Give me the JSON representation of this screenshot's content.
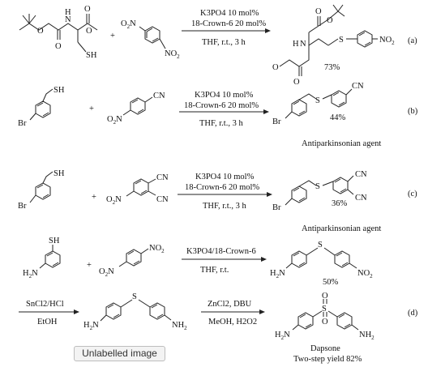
{
  "badge": "Unlabelled image",
  "rxn_a": {
    "reagent1": "K3PO4 10 mol%",
    "reagent2": "18-Crown-6 20 mol%",
    "conditions": "THF, r.t., 3 h",
    "yield": "73%",
    "label": "(a)"
  },
  "rxn_b": {
    "reagent1": "K3PO4 10 mol%",
    "reagent2": "18-Crown-6 20 mol%",
    "conditions": "THF, r.t., 3 h",
    "yield": "44%",
    "label": "(b)",
    "note": "Antiparkinsonian agent"
  },
  "rxn_c": {
    "reagent1": "K3PO4 10 mol%",
    "reagent2": "18-Crown-6 20 mol%",
    "conditions": "THF, r.t., 3 h",
    "yield": "36%",
    "label": "(c)",
    "note": "Antiparkinsonian agent"
  },
  "rxn_d": {
    "step1_top": "K3PO4/18-Crown-6",
    "step1_bottom": "THF, r.t.",
    "step1_yield": "50%",
    "step2_top": "SnCl2/HCl",
    "step2_bottom": "EtOH",
    "step3_top": "ZnCl2, DBU",
    "step3_bottom": "MeOH, H2O2",
    "product": "Dapsone",
    "overall": "Two-step yield 82%",
    "label": "(d)"
  },
  "atoms": {
    "plus": "+",
    "SH": "SH",
    "S": "S",
    "NO2": "NO",
    "O2N": "O",
    "CN": "CN",
    "Br": "Br",
    "NH2": "NH",
    "H2N": "H",
    "N": "N",
    "H": "H",
    "O": "O",
    "sub2": "2"
  }
}
